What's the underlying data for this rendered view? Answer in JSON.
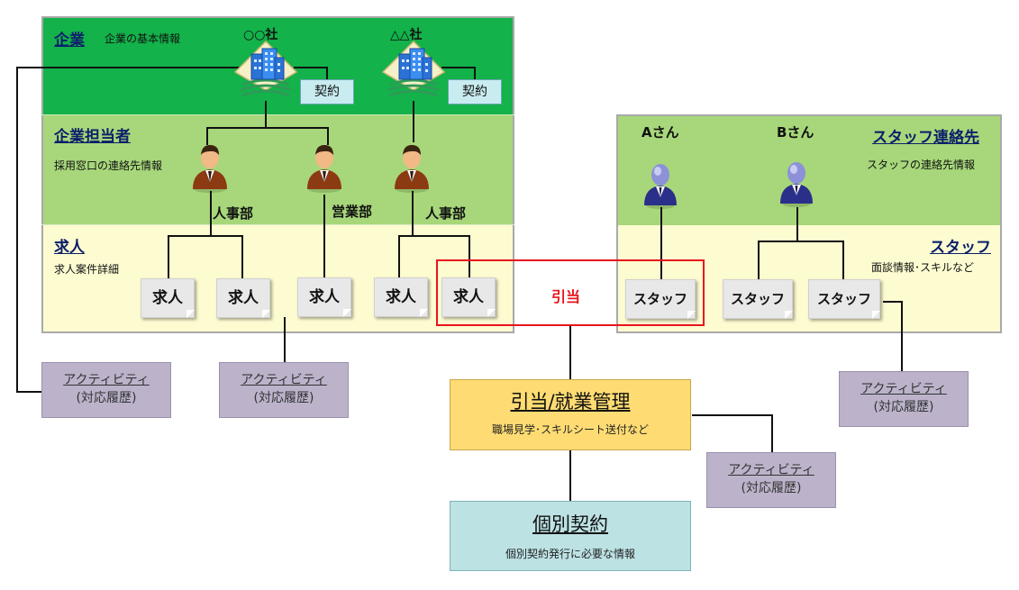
{
  "company": {
    "title": "企業",
    "desc": "企業の基本情報",
    "companies": [
      {
        "name": "○○社",
        "contract": "契約"
      },
      {
        "name": "△△社",
        "contract": "契約"
      }
    ]
  },
  "contact": {
    "title": "企業担当者",
    "desc": "採用窓口の連絡先情報",
    "depts": [
      "人事部",
      "営業部",
      "人事部"
    ]
  },
  "jobs": {
    "title": "求人",
    "desc": "求人案件詳細",
    "items": [
      "求人",
      "求人",
      "求人",
      "求人",
      "求人"
    ]
  },
  "staff_contact": {
    "title": "スタッフ連絡先",
    "desc": "スタッフの連絡先情報",
    "names": [
      "Aさん",
      "Bさん"
    ]
  },
  "staff": {
    "title": "スタッフ",
    "desc": "面談情報･スキルなど",
    "items": [
      "スタッフ",
      "スタッフ",
      "スタッフ"
    ]
  },
  "matching": {
    "label": "引当"
  },
  "management": {
    "title": "引当/就業管理",
    "desc": "職場見学･スキルシート送付など"
  },
  "contract": {
    "title": "個別契約",
    "desc": "個別契約発行に必要な情報"
  },
  "activity": {
    "line1": "アクティビティ",
    "line2": "(対応履歴)"
  },
  "colors": {
    "company_band": "#13b24a",
    "contact_band": "#a7d77a",
    "jobs_band": "#fdfbd0",
    "management_box": "#ffdc73",
    "contract_box": "#bde2e4",
    "activity_box": "#bcb3cb",
    "matching_frame": "#e8141c"
  },
  "icons": [
    "office-building-icon",
    "businessman-icon",
    "staff-person-icon",
    "document-icon"
  ]
}
